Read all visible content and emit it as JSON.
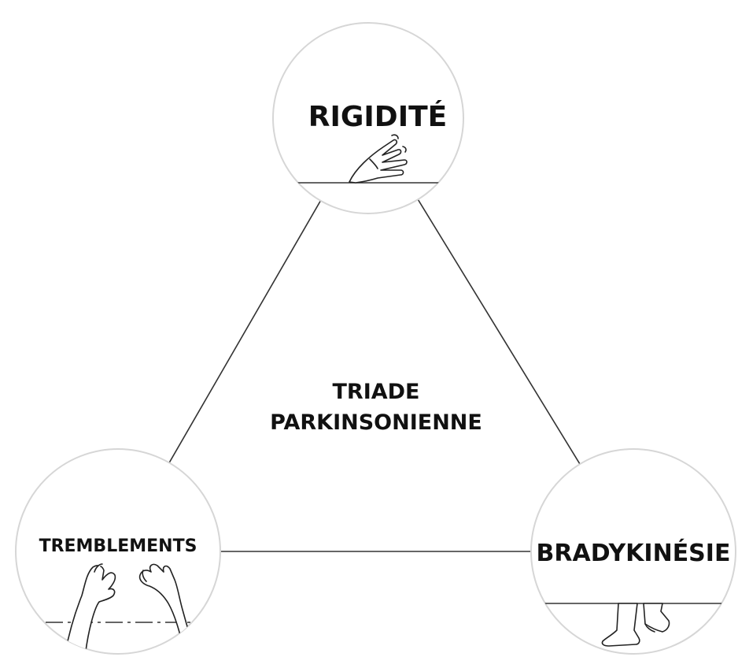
{
  "diagram": {
    "center": {
      "line1": "TRIADE",
      "line2": "PARKINSONIENNE"
    },
    "nodes": {
      "top": {
        "label": "RIGIDITÉ",
        "illustration": "stiff-hand-illustration"
      },
      "left": {
        "label": "TREMBLEMENTS",
        "illustration": "trembling-hands-illustration"
      },
      "right": {
        "label": "BRADYKINÉSIE",
        "illustration": "shuffling-feet-illustration"
      }
    },
    "colors": {
      "line": "#333333",
      "text": "#111111",
      "circle_border": "#d6d6d6",
      "background": "#ffffff"
    }
  }
}
